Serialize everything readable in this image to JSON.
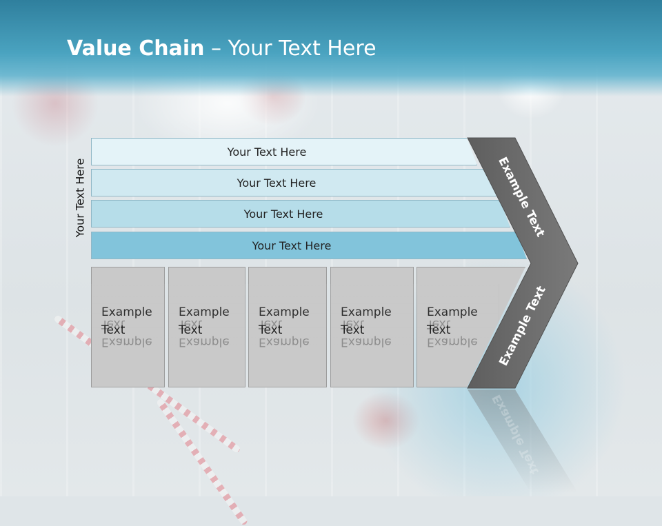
{
  "title": {
    "bold": "Value Chain",
    "rest": " – Your Text Here"
  },
  "side_label": "Your Text Here",
  "bars": [
    "Your Text Here",
    "Your Text Here",
    "Your Text Here",
    "Your Text Here"
  ],
  "boxes": [
    {
      "line1": "Example",
      "line2": "Text"
    },
    {
      "line1": "Example",
      "line2": "Text"
    },
    {
      "line1": "Example",
      "line2": "Text"
    },
    {
      "line1": "Example",
      "line2": "Text"
    },
    {
      "line1": "Example",
      "line2": "Text"
    }
  ],
  "chevron": {
    "upper": "Example Text",
    "lower": "Example Text"
  },
  "colors": {
    "title_bar": "#3a94b3",
    "chevron": "#6f6f6f",
    "box": "#c9c9c9",
    "bar_dark": "#82c4db"
  }
}
